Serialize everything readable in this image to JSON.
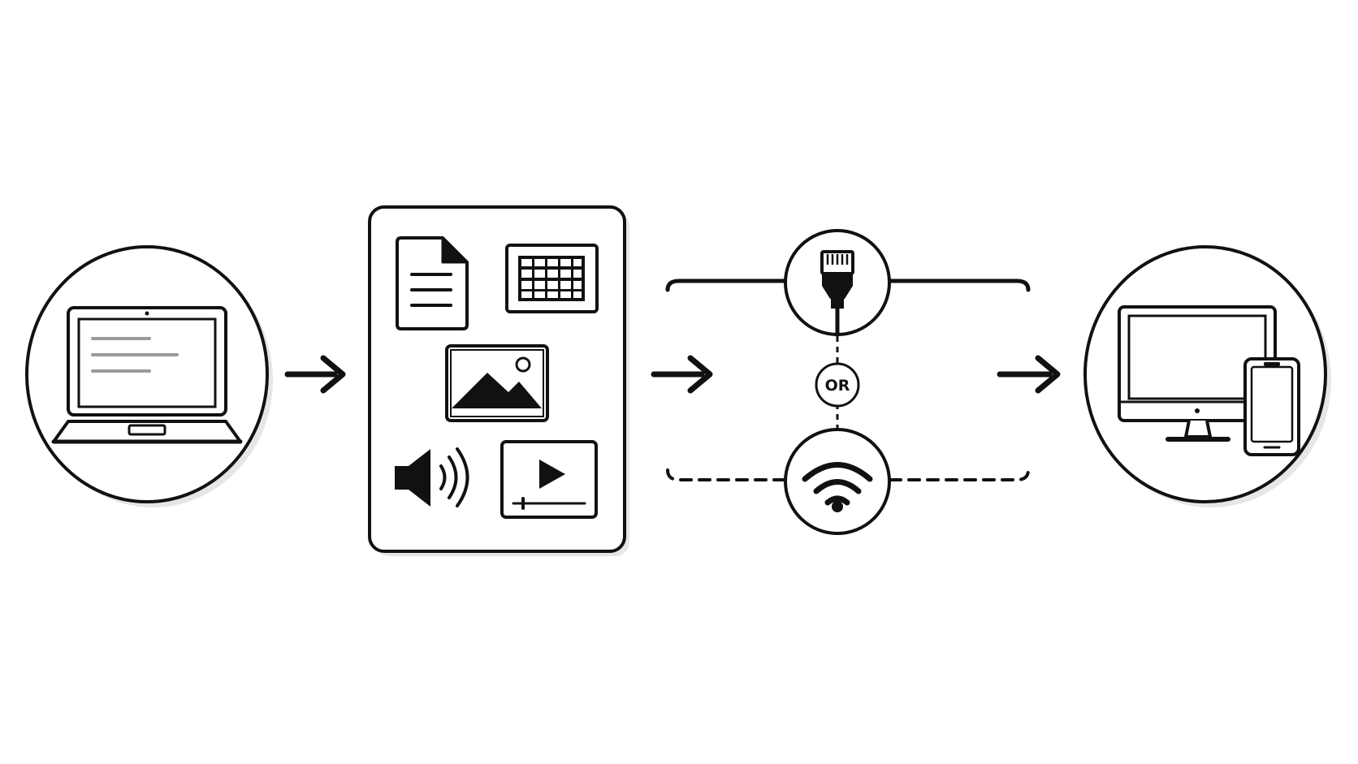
{
  "diagram": {
    "connector_label": "OR",
    "colors": {
      "stroke": "#111111",
      "screen_text_lines": "#9a9a9a",
      "shadow": "#e6e6e6",
      "background": "#ffffff"
    },
    "nodes": [
      {
        "id": "source",
        "icon": "laptop-icon"
      },
      {
        "id": "content",
        "icons": [
          "document-icon",
          "spreadsheet-icon",
          "image-icon",
          "audio-icon",
          "video-icon"
        ]
      },
      {
        "id": "transfer",
        "icons": [
          "ethernet-cable-icon",
          "wifi-icon"
        ]
      },
      {
        "id": "destination",
        "icons": [
          "desktop-monitor-icon",
          "smartphone-icon"
        ]
      }
    ]
  }
}
